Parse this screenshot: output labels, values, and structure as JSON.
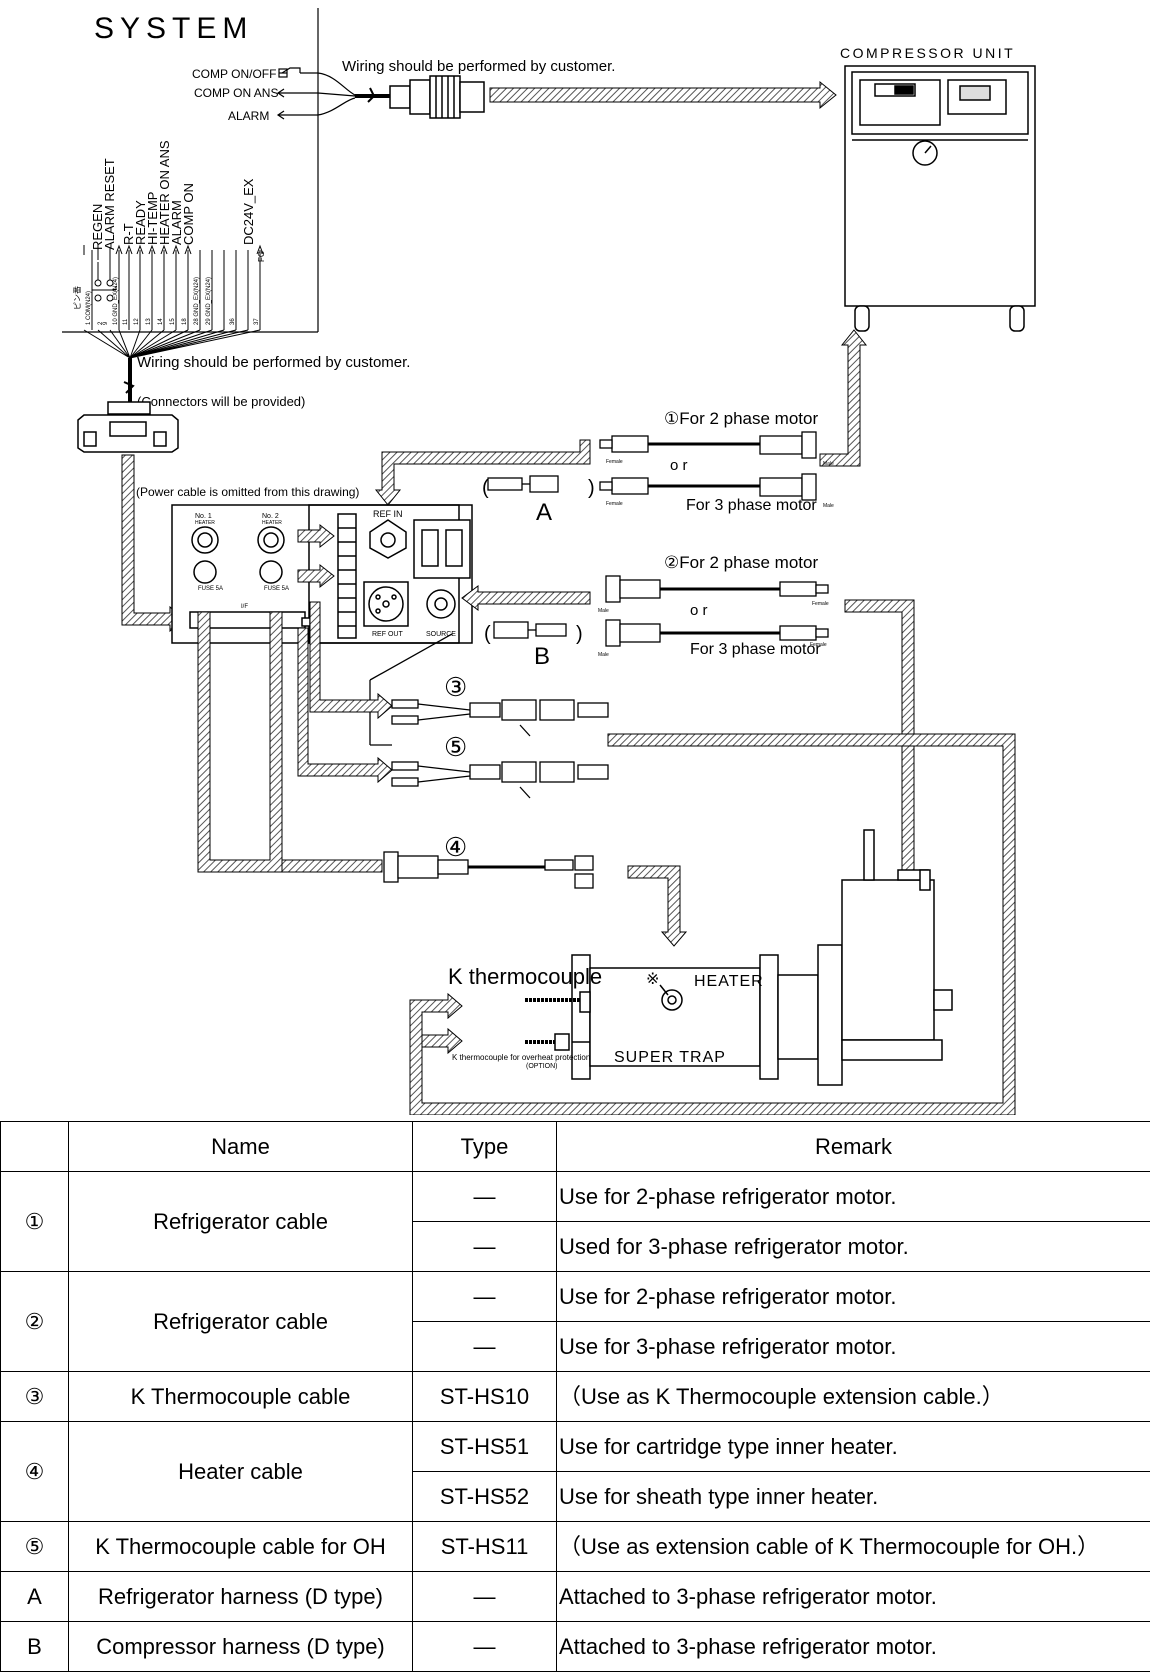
{
  "diagram": {
    "system_title": "SYSTEM",
    "compressor_title": "COMPRESSOR UNIT",
    "comp_on_off": "COMP ON/OFF",
    "comp_on_ans": "COMP ON ANS",
    "alarm": "ALARM",
    "wiring_note_top": "Wiring should be performed by customer.",
    "wiring_note_mid": "Wiring should be performed by customer.",
    "connectors_note": "(Connectors will be provided)",
    "power_note": "(Power cable is omitted from this drawing)",
    "signal_labels": [
      "REGEN",
      "ALARM RESET",
      "R-T",
      "READY",
      "HI-TEMP",
      "HEATER ON ANS",
      "ALARM",
      "COMP ON",
      "DC24V_EX"
    ],
    "pin_labels": [
      "1 COM(N24)",
      "2",
      "9",
      "10 GND_EX(N24)",
      "11",
      "12",
      "13",
      "14",
      "15",
      "18",
      "28 GND_EX(N24)",
      "29 GND_EX(N24)",
      "36",
      "37"
    ],
    "fg": "FG",
    "pin_header": "ピン番",
    "cable1_label": "①For 2 phase motor",
    "cable2_label": "②For 2 phase motor",
    "or_text": "o r",
    "three_phase": "For 3 phase motor",
    "female": "Female",
    "male": "Male",
    "label_a": "A",
    "label_b": "B",
    "num3": "③",
    "num4": "④",
    "num5": "⑤",
    "heater_no1": "No. 1",
    "heater_no2": "No. 2",
    "heater_small": "HEATER",
    "fuse": "FUSE 5A",
    "io_label": "I/F",
    "ref_in": "REF IN",
    "ref_out": "REF OUT",
    "source": "SOURCE",
    "k_thermo": "K thermocouple",
    "k_thermo_oh": "K thermocouple for overheat protection",
    "option": "(OPTION)",
    "heater": "HEATER",
    "asterisk": "※",
    "super_trap": "SUPER TRAP"
  },
  "table": {
    "headers": [
      "",
      "Name",
      "Type",
      "Remark"
    ],
    "rows": [
      {
        "no": "①",
        "name": "Refrigerator cable",
        "entries": [
          {
            "type": "—",
            "remark": "Use for 2-phase refrigerator motor."
          },
          {
            "type": "—",
            "remark": "Used for 3-phase refrigerator motor."
          }
        ]
      },
      {
        "no": "②",
        "name": "Refrigerator cable",
        "entries": [
          {
            "type": "—",
            "remark": "Use for 2-phase refrigerator motor."
          },
          {
            "type": "—",
            "remark": "Use for 3-phase refrigerator motor."
          }
        ]
      },
      {
        "no": "③",
        "name": "K Thermocouple cable",
        "entries": [
          {
            "type": "ST-HS10",
            "remark": "（Use as K Thermocouple extension cable.）"
          }
        ]
      },
      {
        "no": "④",
        "name": "Heater cable",
        "entries": [
          {
            "type": "ST-HS51",
            "remark": "Use for cartridge type inner heater."
          },
          {
            "type": "ST-HS52",
            "remark": "Use for sheath type inner heater."
          }
        ]
      },
      {
        "no": "⑤",
        "name": "K Thermocouple cable for OH",
        "entries": [
          {
            "type": "ST-HS11",
            "remark": "（Use as extension cable of K Thermocouple for OH.）"
          }
        ]
      },
      {
        "no": "A",
        "name": "Refrigerator harness (D type)",
        "entries": [
          {
            "type": "—",
            "remark": "Attached to 3-phase refrigerator motor."
          }
        ]
      },
      {
        "no": "B",
        "name": "Compressor harness (D type)",
        "entries": [
          {
            "type": "—",
            "remark": "Attached to 3-phase refrigerator motor."
          }
        ]
      }
    ]
  }
}
